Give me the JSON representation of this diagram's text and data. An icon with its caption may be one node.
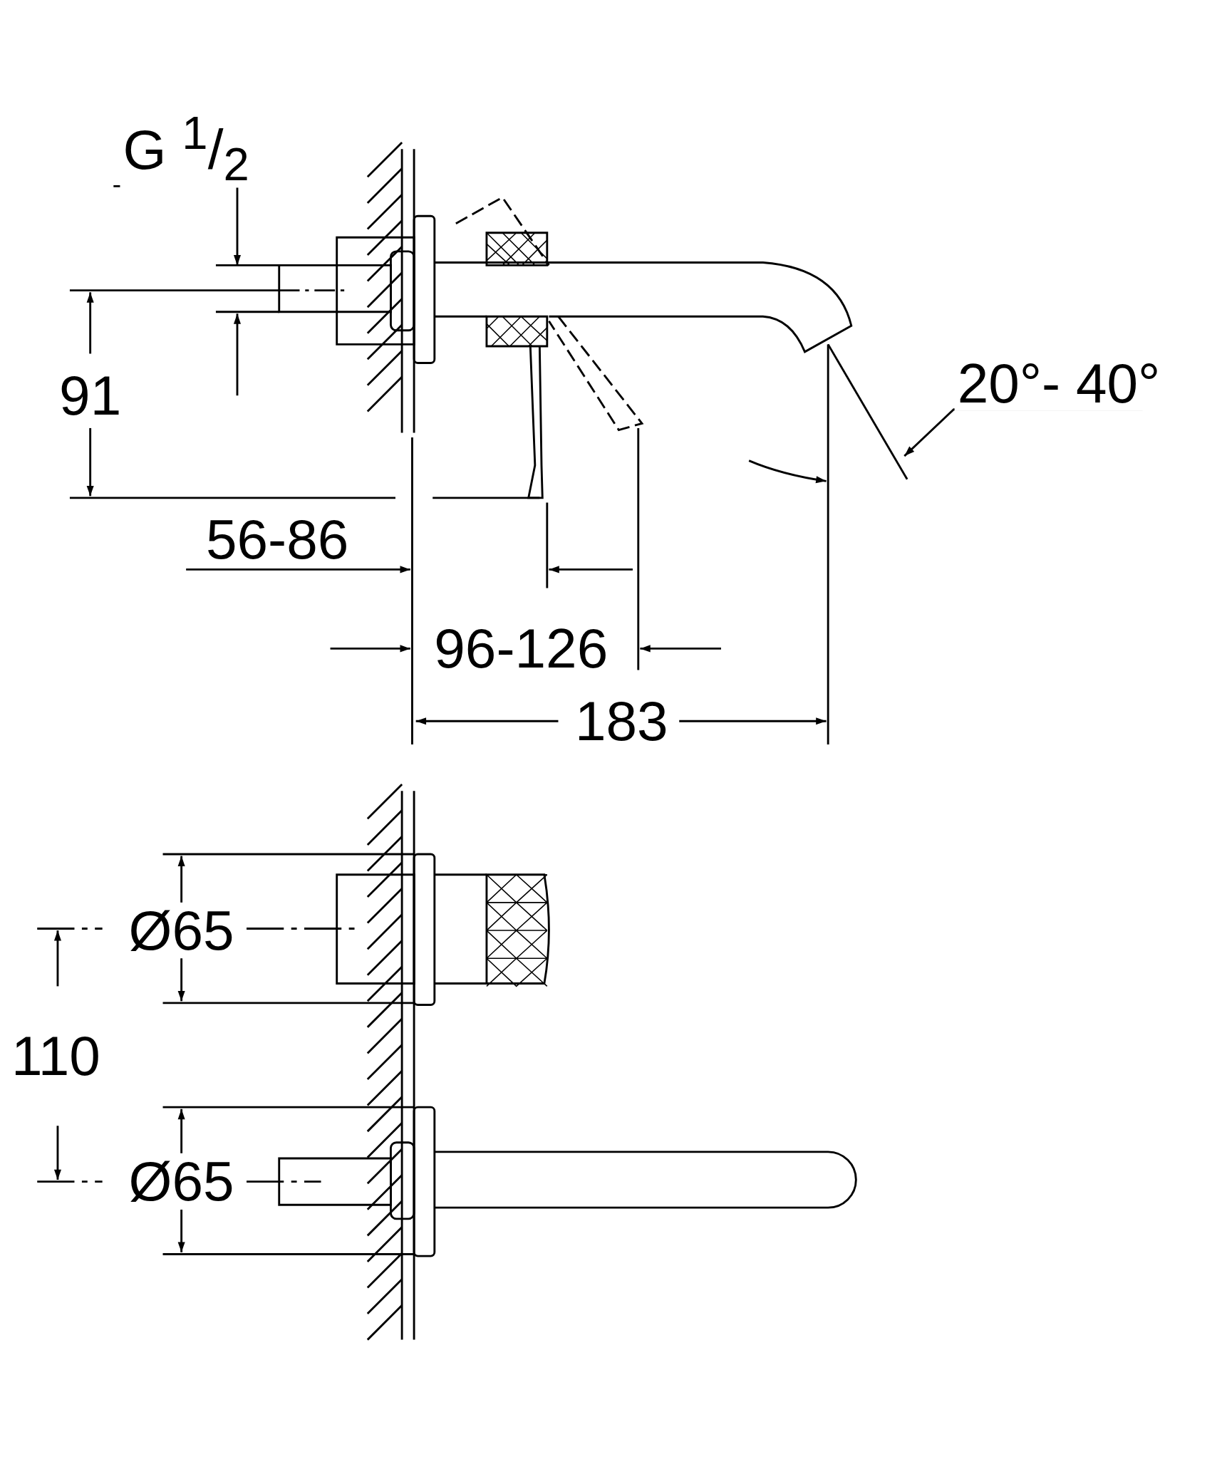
{
  "diagram": {
    "labels": [
      "G $^{1}$/$_{2}$",
      "91",
      "56-86",
      "96-126",
      "183",
      "20°- 40°",
      "Ø65",
      "110",
      "Ø65"
    ]
  }
}
